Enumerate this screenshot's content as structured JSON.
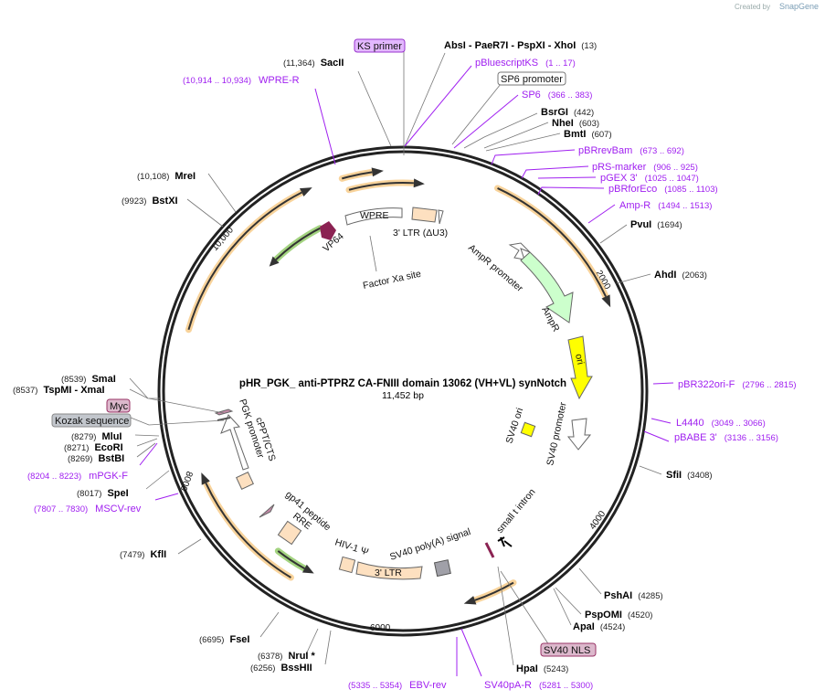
{
  "credit": {
    "created_by": "Created by",
    "brand": "SnapGene"
  },
  "plasmid": {
    "name": "pHR_PGK_ anti-PTPRZ CA-FNIII domain 13062 (VH+VL) synNotch",
    "length": "11,452 bp"
  },
  "ticks": [
    "2000",
    "4000",
    "6000",
    "8000",
    "10,000"
  ],
  "enzymes": [
    {
      "name": "SacII",
      "pos": "(11,364)"
    },
    {
      "name": "AbsI   - PaeR7I   - PspXI   - XhoI",
      "pos": "(13)"
    },
    {
      "name": "BsrGI",
      "pos": "(442)"
    },
    {
      "name": "NheI",
      "pos": "(603)"
    },
    {
      "name": "BmtI",
      "pos": "(607)"
    },
    {
      "name": "PvuI",
      "pos": "(1694)"
    },
    {
      "name": "AhdI",
      "pos": "(2063)"
    },
    {
      "name": "SfiI",
      "pos": "(3408)"
    },
    {
      "name": "PshAI",
      "pos": "(4285)"
    },
    {
      "name": "PspOMI",
      "pos": "(4520)"
    },
    {
      "name": "ApaI",
      "pos": "(4524)"
    },
    {
      "name": "HpaI",
      "pos": "(5243)"
    },
    {
      "name": "BssHII",
      "pos": "(6256)"
    },
    {
      "name": "NruI *",
      "pos": "(6378)"
    },
    {
      "name": "FseI",
      "pos": "(6695)"
    },
    {
      "name": "KflI",
      "pos": "(7479)"
    },
    {
      "name": "SpeI",
      "pos": "(8017)"
    },
    {
      "name": "BstBI",
      "pos": "(8269)"
    },
    {
      "name": "EcoRI",
      "pos": "(8271)"
    },
    {
      "name": "MluI",
      "pos": "(8279)"
    },
    {
      "name": "TspMI   - XmaI",
      "pos": "(8537)"
    },
    {
      "name": "SmaI",
      "pos": "(8539)"
    },
    {
      "name": "BstXI",
      "pos": "(9923)"
    },
    {
      "name": "MreI",
      "pos": "(10,108)"
    }
  ],
  "primers": [
    {
      "name": "WPRE-R",
      "range": "(10,914 .. 10,934)"
    },
    {
      "name": "pBluescriptKS",
      "range": "(1 .. 17)"
    },
    {
      "name": "SP6",
      "range": "(366 .. 383)"
    },
    {
      "name": "pBRrevBam",
      "range": "(673 .. 692)"
    },
    {
      "name": "pRS-marker",
      "range": "(906 .. 925)"
    },
    {
      "name": "pGEX 3'",
      "range": "(1025 .. 1047)"
    },
    {
      "name": "pBRforEco",
      "range": "(1085 .. 1103)"
    },
    {
      "name": "Amp-R",
      "range": "(1494 .. 1513)"
    },
    {
      "name": "pBR322ori-F",
      "range": "(2796 .. 2815)"
    },
    {
      "name": "L4440",
      "range": "(3049 .. 3066)"
    },
    {
      "name": "pBABE 3'",
      "range": "(3136 .. 3156)"
    },
    {
      "name": "EBV-rev",
      "range": "(5335 .. 5354)"
    },
    {
      "name": "SV40pA-R",
      "range": "(5281 .. 5300)"
    },
    {
      "name": "MSCV-rev",
      "range": "(7807 .. 7830)"
    },
    {
      "name": "mPGK-F",
      "range": "(8204 .. 8223)"
    }
  ],
  "boxed_labels": {
    "ks_primer": "KS primer",
    "sp6_promoter": "SP6 promoter",
    "sv40_nls": "SV40 NLS",
    "myc": "Myc",
    "kozak": "Kozak sequence"
  },
  "features": {
    "wpre": "WPRE",
    "ltr3_du3": "3' LTR (ΔU3)",
    "vp64": "VP64",
    "factor_xa": "Factor Xa site",
    "ampr_promoter": "AmpR promoter",
    "ampr": "AmpR",
    "ori": "ori",
    "sv40_promoter": "SV40 promoter",
    "sv40_ori": "SV40 ori",
    "small_t": "small t intron",
    "sv40_polya": "SV40 poly(A) signal",
    "ltr3": "3' LTR",
    "hiv_psi": "HIV-1 Ψ",
    "rre": "RRE",
    "gp41": "gp41 peptide",
    "cppt": "cPPT/CTS",
    "pgk": "PGK promoter"
  },
  "colors": {
    "primer": "#a020f0",
    "orf": "#f5c070",
    "green": "#5aa02c",
    "ampr": "#ccffcc",
    "ori": "#ffff00",
    "ltr": "#fde0c0"
  }
}
